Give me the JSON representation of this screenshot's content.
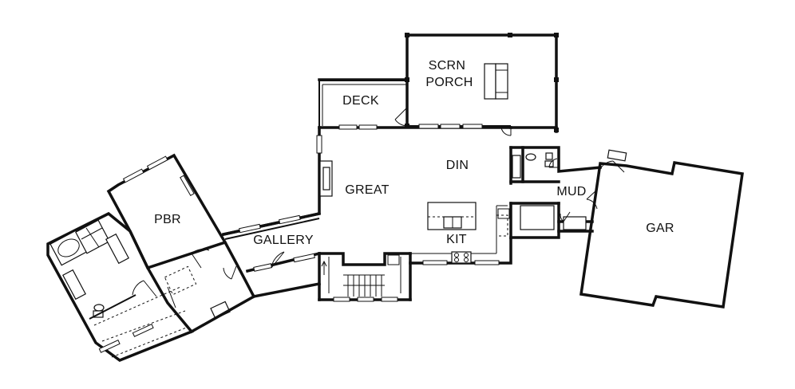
{
  "rooms": {
    "scrn_porch_line1": "SCRN",
    "scrn_porch_line2": "PORCH",
    "deck": "DECK",
    "din": "DIN",
    "great": "GREAT",
    "mud": "MUD",
    "kit": "KIT",
    "pbr": "PBR",
    "gallery": "GALLERY",
    "gar": "GAR"
  }
}
